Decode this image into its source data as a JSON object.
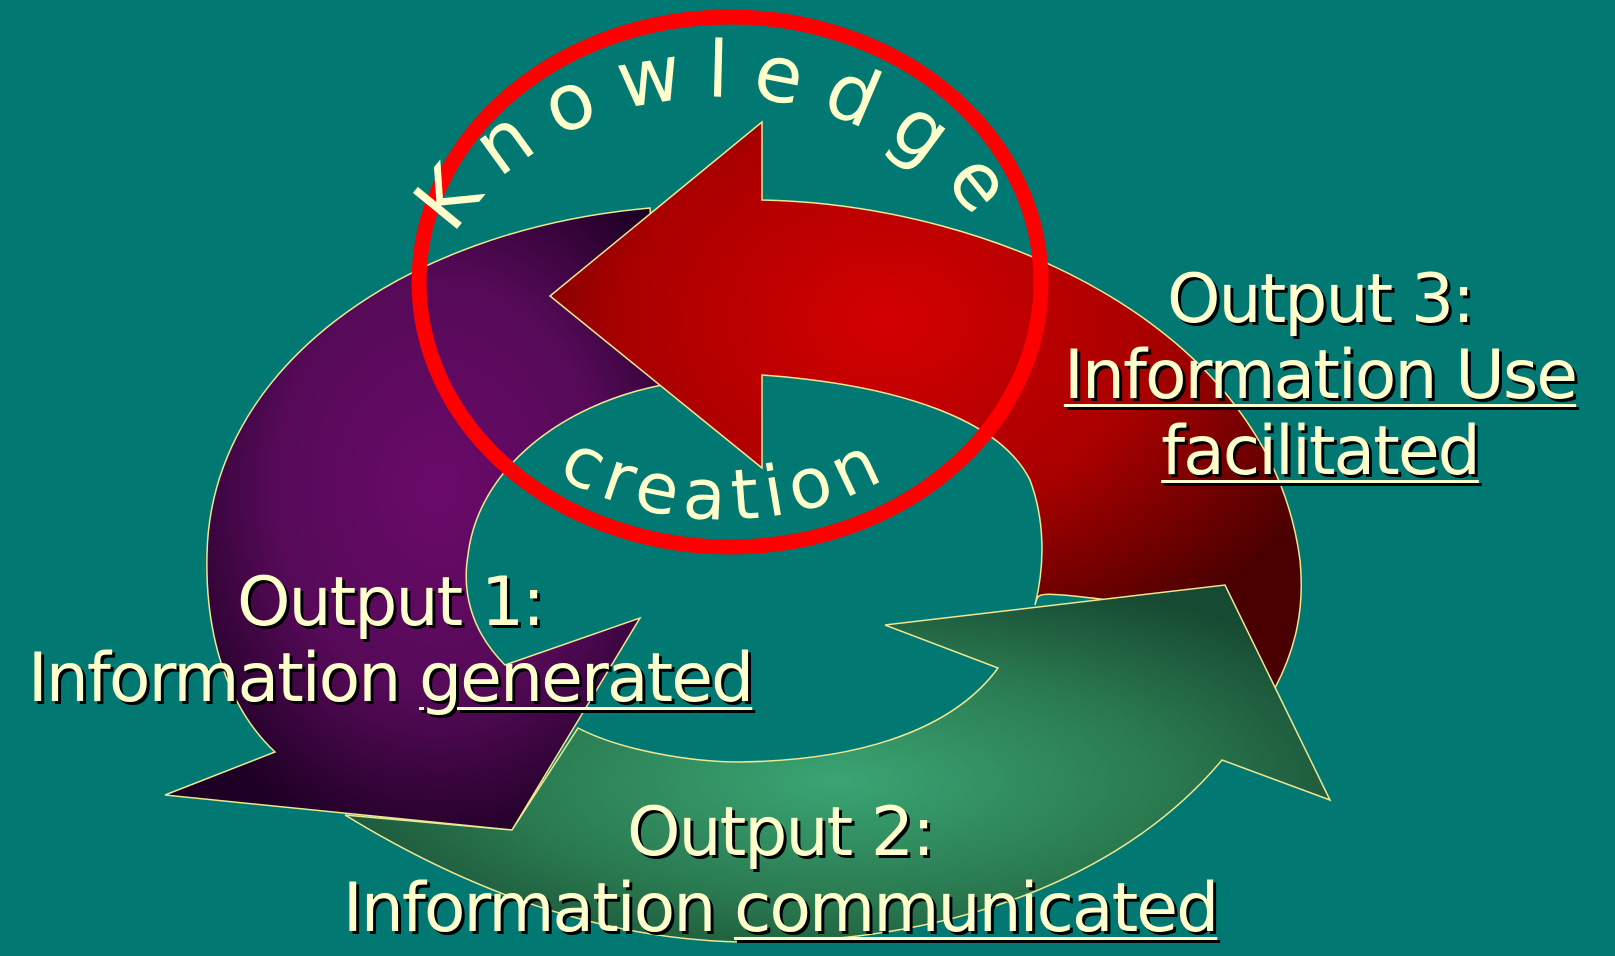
{
  "colors": {
    "background": "#017872",
    "text": "#FFFFCC",
    "ring": "#FF0000",
    "purple_arrow": "#5E0A5E",
    "red_arrow": "#C00000",
    "green_arrow": "#35966A"
  },
  "knowledge_circle": {
    "top_word": "Knowledge",
    "bottom_word": "creation"
  },
  "output1": {
    "title": "Output 1:",
    "prefix": "Information",
    "emphasis": "generated"
  },
  "output2": {
    "title": "Output 2:",
    "prefix": "Information",
    "emphasis": "communicated"
  },
  "output3": {
    "title": "Output 3:",
    "line2": "Information Use",
    "line3": "facilitated"
  }
}
